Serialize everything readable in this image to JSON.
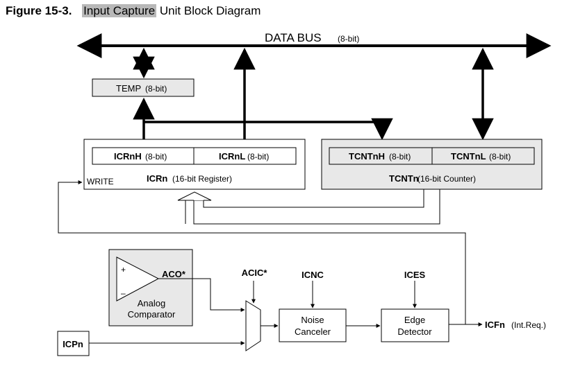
{
  "figure": {
    "number": "Figure 15-3.",
    "title_highlight": "Input Capture",
    "title_rest": "Unit Block Diagram"
  },
  "bus": {
    "label": "DATA BUS",
    "width": "(8-bit)"
  },
  "temp": {
    "name": "TEMP",
    "width": "(8-bit)"
  },
  "icr": {
    "high_name": "ICRnH",
    "high_width": "(8-bit)",
    "low_name": "ICRnL",
    "low_width": "(8-bit)",
    "name": "ICRn",
    "desc": "(16-bit Register)",
    "write_label": "WRITE"
  },
  "tcnt": {
    "high_name": "TCNTnH",
    "high_width": "(8-bit)",
    "low_name": "TCNTnL",
    "low_width": "(8-bit)",
    "name": "TCNTn",
    "desc": "(16-bit Counter)"
  },
  "comparator": {
    "plus": "+",
    "minus": "–",
    "output": "ACO*",
    "label_line1": "Analog",
    "label_line2": "Comparator"
  },
  "mux": {
    "select": "ACIC*"
  },
  "noise_canceler": {
    "control": "ICNC",
    "line1": "Noise",
    "line2": "Canceler"
  },
  "edge_detector": {
    "control": "ICES",
    "line1": "Edge",
    "line2": "Detector"
  },
  "output": {
    "name": "ICFn",
    "desc": "(Int.Req.)"
  },
  "input_pin": {
    "name": "ICPn"
  },
  "colors": {
    "box_fill": "#e8e8e8",
    "title_highlight": "#b8b8b8",
    "line": "#000000"
  }
}
